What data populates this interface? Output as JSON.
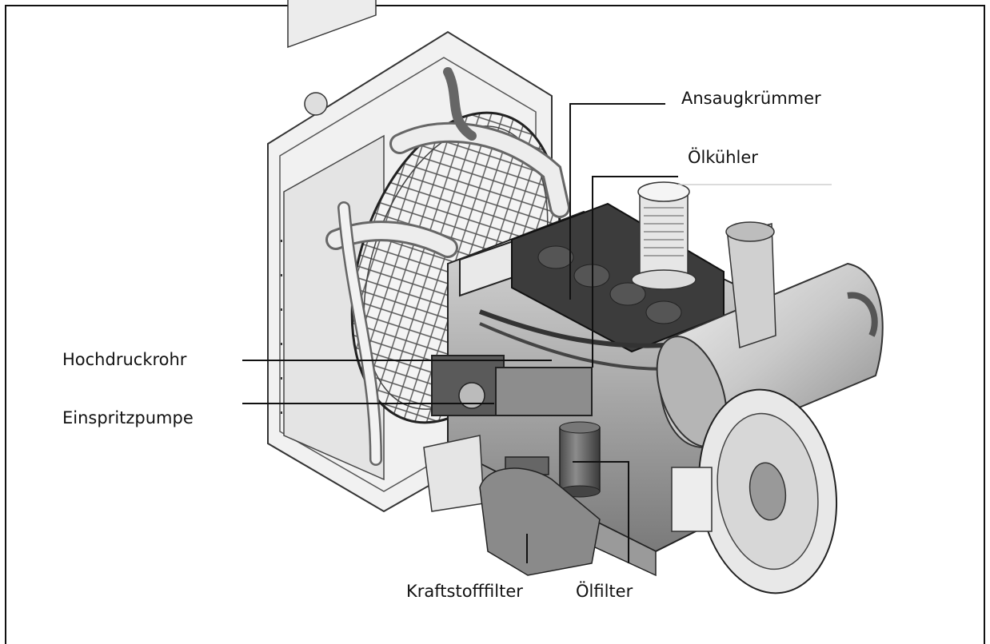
{
  "labels": {
    "ansaugkruemmer": "Ansaugkrümmer",
    "oelkuehler": "Ölkühler",
    "hochdruckrohr": "Hochdruckrohr",
    "einspritzpumpe": "Einspritzpumpe",
    "kraftstofffilter": "Kraftstofffilter",
    "oelfilter": "Ölfilter"
  },
  "colors": {
    "line": "#111111",
    "metal_light": "#e8e8e8",
    "metal_mid": "#bdbdbd",
    "metal_dark": "#6e6e6e",
    "metal_deep": "#3f3f3f"
  }
}
